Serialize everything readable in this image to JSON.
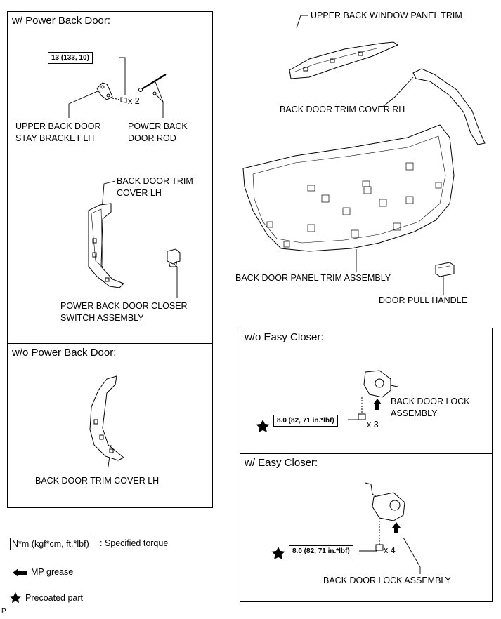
{
  "panels": {
    "power": {
      "title": "w/ Power Back Door:"
    },
    "no_power": {
      "title": "w/o Power Back Door:"
    },
    "no_easy": {
      "title": "w/o Easy Closer:"
    },
    "easy": {
      "title": "w/ Easy Closer:"
    }
  },
  "labels": {
    "torque_bracket": "13 (133, 10)",
    "bracket_mult": "x 2",
    "bracket": [
      "UPPER BACK DOOR",
      "STAY BRACKET LH"
    ],
    "rod": [
      "POWER BACK",
      "DOOR ROD"
    ],
    "trim_cover_lh_power": [
      "BACK DOOR TRIM",
      "COVER LH"
    ],
    "closer_switch": [
      "POWER BACK DOOR CLOSER",
      "SWITCH ASSEMBLY"
    ],
    "trim_cover_lh": "BACK DOOR TRIM COVER LH",
    "upper_window_trim": "UPPER BACK WINDOW PANEL TRIM",
    "trim_cover_rh": "BACK DOOR TRIM COVER RH",
    "panel_trim": "BACK DOOR PANEL TRIM ASSEMBLY",
    "pull_handle": "DOOR PULL HANDLE",
    "lock_no_easy": [
      "BACK DOOR LOCK",
      "ASSEMBLY"
    ],
    "torque_no_easy": "8.0 (82, 71 in.*lbf)",
    "mult_no_easy": "x 3",
    "torque_easy": "8.0 (82, 71 in.*lbf)",
    "mult_easy": "x 4",
    "lock_easy": "BACK DOOR LOCK ASSEMBLY"
  },
  "legend": {
    "torque_unit": "N*m (kgf*cm, ft.*lbf)",
    "torque_text": ": Specified torque",
    "grease": "MP grease",
    "precoated": "Precoated part"
  },
  "corner_mark": "P"
}
